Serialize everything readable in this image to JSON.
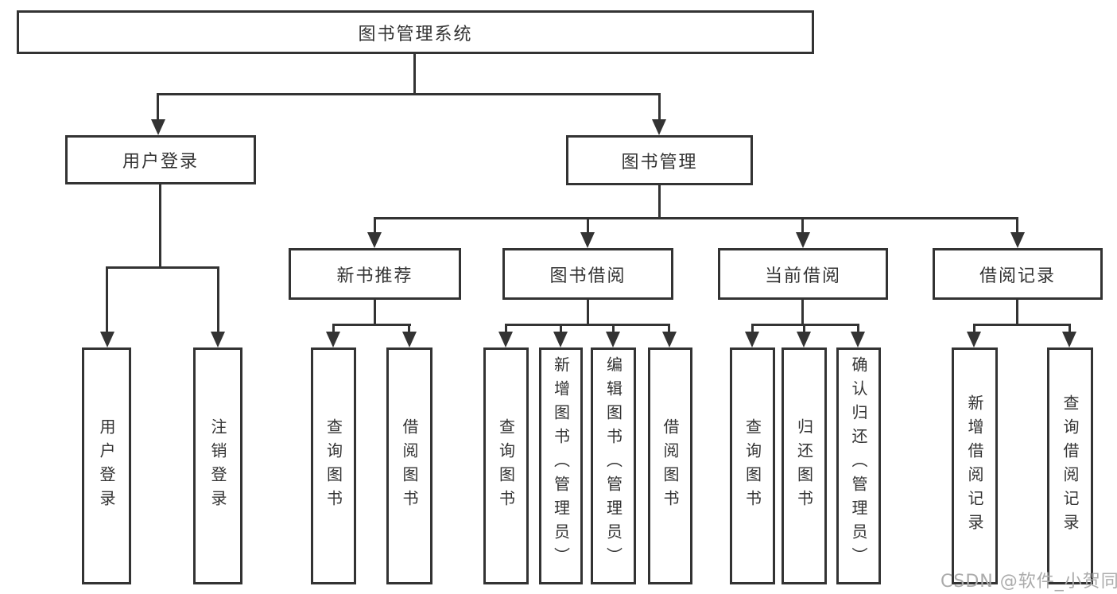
{
  "diagram": {
    "type": "hierarchy-chart",
    "nodes": {
      "root": "图书管理系统",
      "user_login": "用户登录",
      "book_mgmt": "图书管理",
      "new_books": "新书推荐",
      "book_borrow": "图书借阅",
      "current_borrow": "当前借阅",
      "borrow_records": "借阅记录",
      "login": "用户登录",
      "logout": "注销登录",
      "nb_query": "查询图书",
      "nb_borrow": "借阅图书",
      "bb_query": "查询图书",
      "bb_add": "新增图书（管理员）",
      "bb_edit": "编辑图书（管理员）",
      "bb_borrow": "借阅图书",
      "cb_query": "查询图书",
      "cb_return": "归还图书",
      "cb_confirm": "确认归还（管理员）",
      "br_add": "新增借阅记录",
      "br_query": "查询借阅记录"
    },
    "colors": {
      "line": "#333333",
      "text": "#333333",
      "background": "#ffffff",
      "watermark": "#ababab"
    }
  },
  "watermark": "CSDN @软件_小贺同学"
}
